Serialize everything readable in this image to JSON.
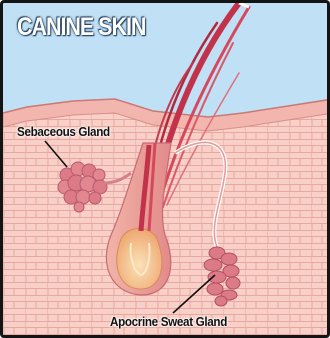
{
  "diagram": {
    "title": "CANINE SKIN",
    "labels": {
      "sebaceous_gland": "Sebaceous Gland",
      "apocrine_sweat_gland": "Apocrine Sweat Gland"
    }
  },
  "colors": {
    "sky": "#bfe0f5",
    "skin_light": "#f8d0c8",
    "skin_cell_line": "#e6a8a0",
    "epidermis": "#f3b6ae",
    "hair": "#c2324a",
    "gland": "#dd7a88",
    "follicle_bulb": "#f5c896",
    "frame": "#141414"
  }
}
